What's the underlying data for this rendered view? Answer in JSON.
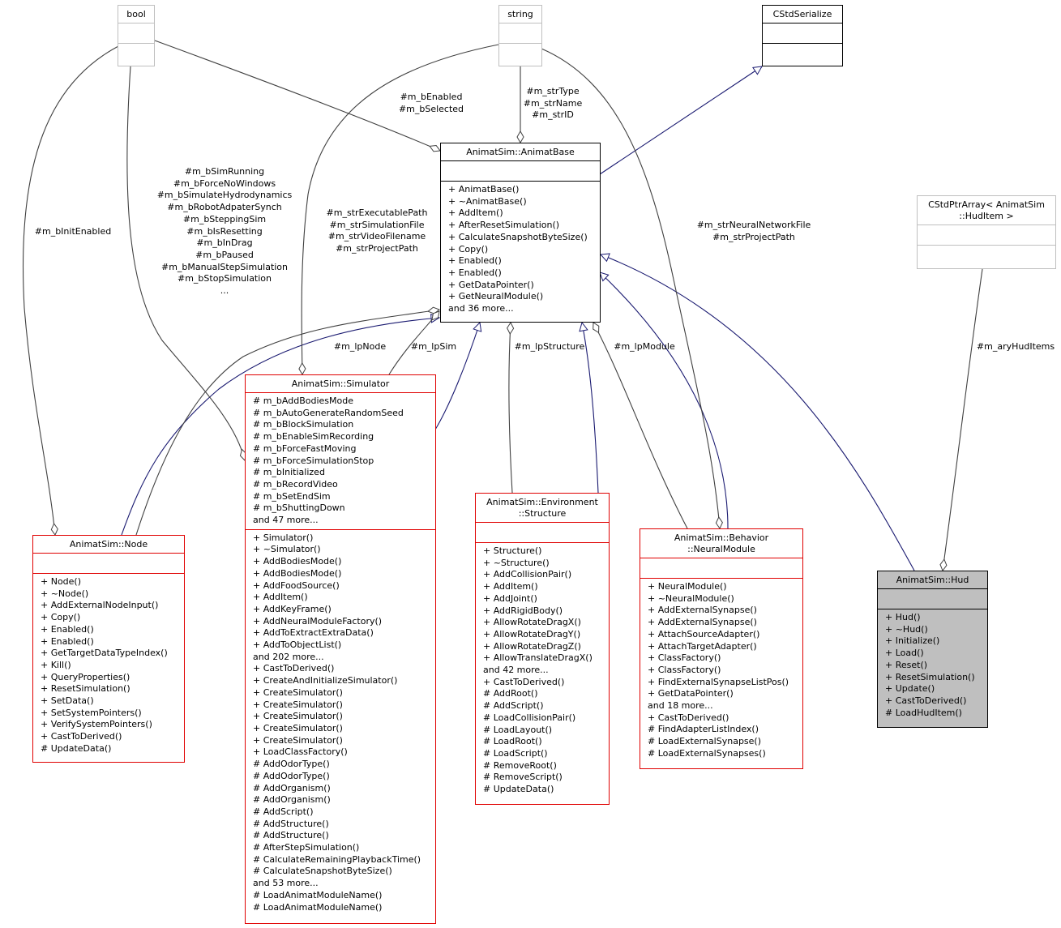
{
  "classes": {
    "bool": {
      "title": [
        "bool"
      ]
    },
    "string": {
      "title": [
        "string"
      ]
    },
    "cstdserialize": {
      "title": [
        "CStdSerialize"
      ]
    },
    "cstdptrarray": {
      "title": [
        "CStdPtrArray< AnimatSim",
        "::HudItem >"
      ]
    },
    "animatbase": {
      "title": [
        "AnimatSim::AnimatBase"
      ],
      "methods": [
        "+ AnimatBase()",
        "+ ~AnimatBase()",
        "+ AddItem()",
        "+ AfterResetSimulation()",
        "+ CalculateSnapshotByteSize()",
        "+ Copy()",
        "+ Enabled()",
        "+ Enabled()",
        "+ GetDataPointer()",
        "+ GetNeuralModule()",
        "and 36 more..."
      ]
    },
    "simulator": {
      "title": [
        "AnimatSim::Simulator"
      ],
      "attributes": [
        "# m_bAddBodiesMode",
        "# m_bAutoGenerateRandomSeed",
        "# m_bBlockSimulation",
        "# m_bEnableSimRecording",
        "# m_bForceFastMoving",
        "# m_bForceSimulationStop",
        "# m_bInitialized",
        "# m_bRecordVideo",
        "# m_bSetEndSim",
        "# m_bShuttingDown",
        "and 47 more..."
      ],
      "methods": [
        "+ Simulator()",
        "+ ~Simulator()",
        "+ AddBodiesMode()",
        "+ AddBodiesMode()",
        "+ AddFoodSource()",
        "+ AddItem()",
        "+ AddKeyFrame()",
        "+ AddNeuralModuleFactory()",
        "+ AddToExtractExtraData()",
        "+ AddToObjectList()",
        "and 202 more...",
        "+ CastToDerived()",
        "+ CreateAndInitializeSimulator()",
        "+ CreateSimulator()",
        "+ CreateSimulator()",
        "+ CreateSimulator()",
        "+ CreateSimulator()",
        "+ CreateSimulator()",
        "+ LoadClassFactory()",
        "# AddOdorType()",
        "# AddOdorType()",
        "# AddOrganism()",
        "# AddOrganism()",
        "# AddScript()",
        "# AddStructure()",
        "# AddStructure()",
        "# AfterStepSimulation()",
        "# CalculateRemainingPlaybackTime()",
        "# CalculateSnapshotByteSize()",
        "and 53 more...",
        "# LoadAnimatModuleName()",
        "# LoadAnimatModuleName()"
      ]
    },
    "node": {
      "title": [
        "AnimatSim::Node"
      ],
      "methods": [
        "+ Node()",
        "+ ~Node()",
        "+ AddExternalNodeInput()",
        "+ Copy()",
        "+ Enabled()",
        "+ Enabled()",
        "+ GetTargetDataTypeIndex()",
        "+ Kill()",
        "+ QueryProperties()",
        "+ ResetSimulation()",
        "+ SetData()",
        "+ SetSystemPointers()",
        "+ VerifySystemPointers()",
        "+ CastToDerived()",
        "# UpdateData()"
      ]
    },
    "structure": {
      "title": [
        "AnimatSim::Environment",
        "::Structure"
      ],
      "methods": [
        "+ Structure()",
        "+ ~Structure()",
        "+ AddCollisionPair()",
        "+ AddItem()",
        "+ AddJoint()",
        "+ AddRigidBody()",
        "+ AllowRotateDragX()",
        "+ AllowRotateDragY()",
        "+ AllowRotateDragZ()",
        "+ AllowTranslateDragX()",
        "and 42 more...",
        "+ CastToDerived()",
        "# AddRoot()",
        "# AddScript()",
        "# LoadCollisionPair()",
        "# LoadLayout()",
        "# LoadRoot()",
        "# LoadScript()",
        "# RemoveRoot()",
        "# RemoveScript()",
        "# UpdateData()"
      ]
    },
    "neuralmodule": {
      "title": [
        "AnimatSim::Behavior",
        "::NeuralModule"
      ],
      "methods": [
        "+ NeuralModule()",
        "+ ~NeuralModule()",
        "+ AddExternalSynapse()",
        "+ AddExternalSynapse()",
        "+ AttachSourceAdapter()",
        "+ AttachTargetAdapter()",
        "+ ClassFactory()",
        "+ ClassFactory()",
        "+ FindExternalSynapseListPos()",
        "+ GetDataPointer()",
        "and 18 more...",
        "+ CastToDerived()",
        "# FindAdapterListIndex()",
        "# LoadExternalSynapse()",
        "# LoadExternalSynapses()"
      ]
    },
    "hud": {
      "title": [
        "AnimatSim::Hud"
      ],
      "methods": [
        "+ Hud()",
        "+ ~Hud()",
        "+ Initialize()",
        "+ Load()",
        "+ Reset()",
        "+ ResetSimulation()",
        "+ Update()",
        "+ CastToDerived()",
        "# LoadHudItem()"
      ]
    }
  },
  "edge_labels": {
    "bool_to_base": [
      "#m_bEnabled",
      "#m_bSelected"
    ],
    "string_to_base": [
      "#m_strType",
      "#m_strName",
      "#m_strID"
    ],
    "bool_to_node": [
      "#m_bInitEnabled"
    ],
    "bool_to_sim": [
      "#m_bSimRunning",
      "#m_bForceNoWindows",
      "#m_bSimulateHydrodynamics",
      "#m_bRobotAdpaterSynch",
      "#m_bSteppingSim",
      "#m_bIsResetting",
      "#m_bInDrag",
      "#m_bPaused",
      "#m_bManualStepSimulation",
      "#m_bStopSimulation",
      "..."
    ],
    "string_to_sim": [
      "#m_strExecutablePath",
      "#m_strSimulationFile",
      "#m_strVideoFilename",
      "#m_strProjectPath"
    ],
    "string_to_neural": [
      "#m_strNeuralNetworkFile",
      "#m_strProjectPath"
    ],
    "lpnode": [
      "#m_lpNode"
    ],
    "lpsim": [
      "#m_lpSim"
    ],
    "lpstructure": [
      "#m_lpStructure"
    ],
    "lpmodule": [
      "#m_lpModule"
    ],
    "hud_items": [
      "#m_aryHudItems"
    ]
  },
  "colors": {
    "inheritance": "#191970",
    "usage": "#404040",
    "member_border": "#e00000",
    "template_border": "#bfbfbf",
    "selected_fill": "#bfbfbf"
  }
}
